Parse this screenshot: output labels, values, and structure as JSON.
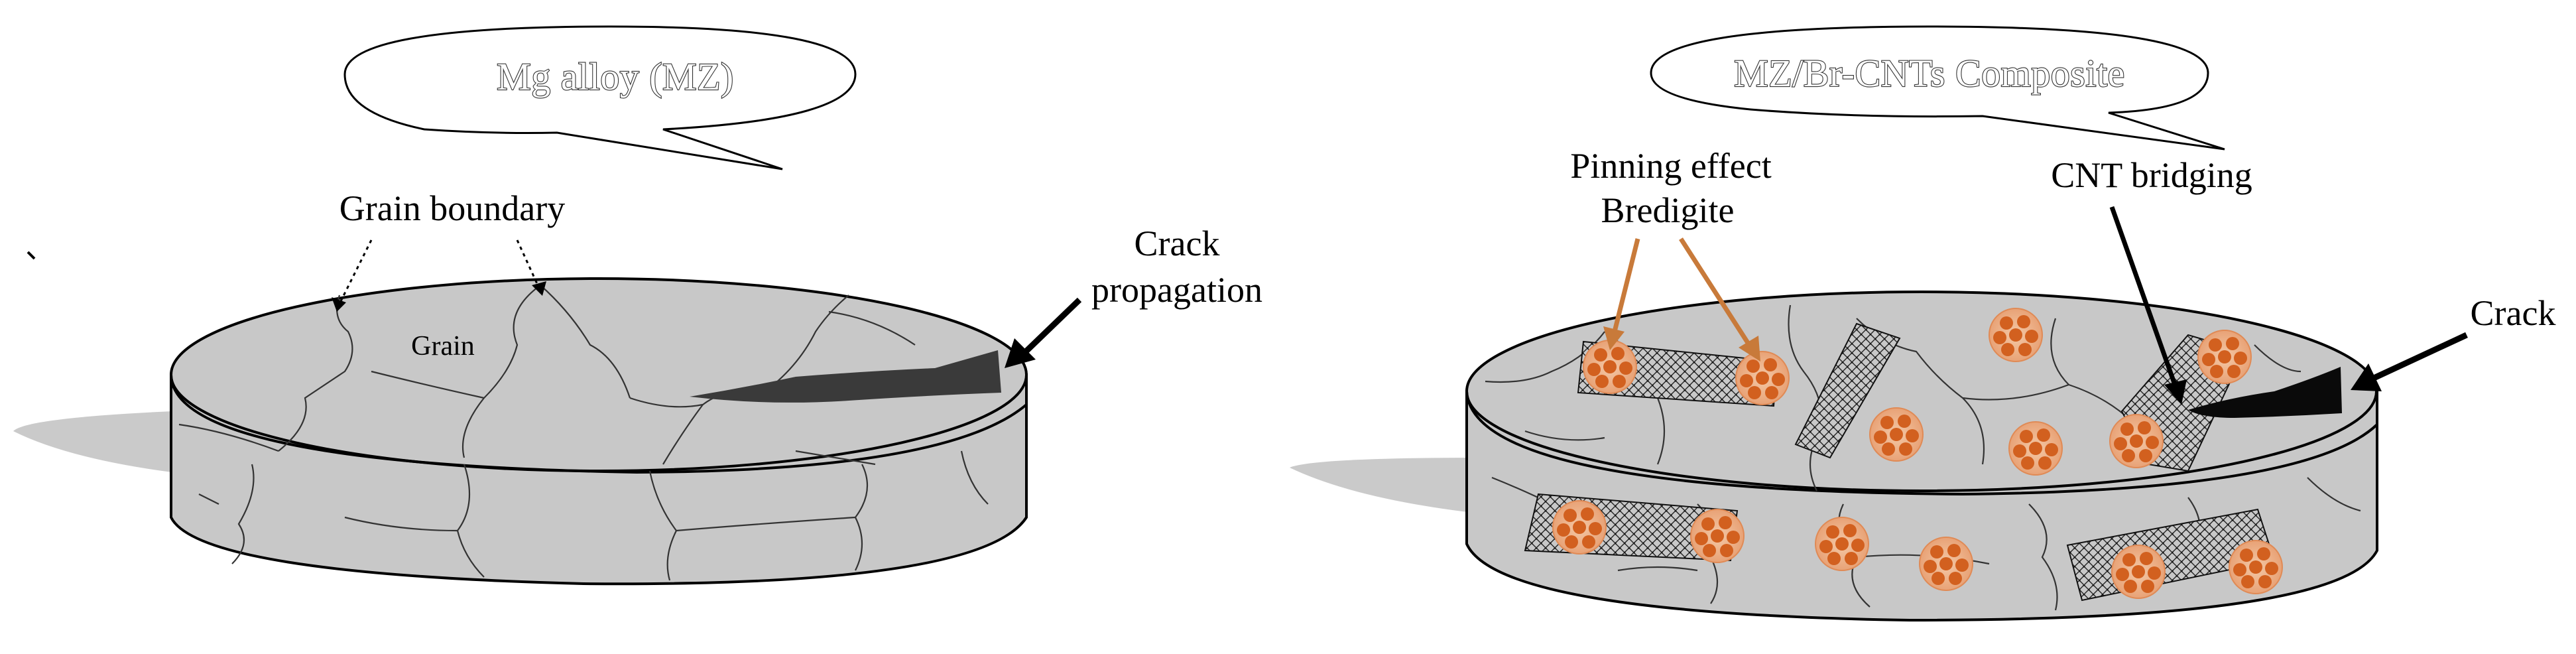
{
  "left_panel": {
    "title": "Mg alloy (MZ)",
    "grain_boundary_label": "Grain boundary",
    "grain_label": "Grain",
    "crack_label_line1": "Crack",
    "crack_label_line2": "propagation"
  },
  "right_panel": {
    "title": "MZ/Br-CNTs Composite",
    "pinning_label_line1": "Pinning effect",
    "pinning_label_line2": "Bredigite",
    "cnt_bridging_label": "CNT bridging",
    "crack_label": "Crack"
  },
  "colors": {
    "disk_fill": "#c8c8c8",
    "crack_fill": "#3a3a3a",
    "particle_orange": "#d96b2a",
    "arrow_orange": "#c87a3a"
  }
}
